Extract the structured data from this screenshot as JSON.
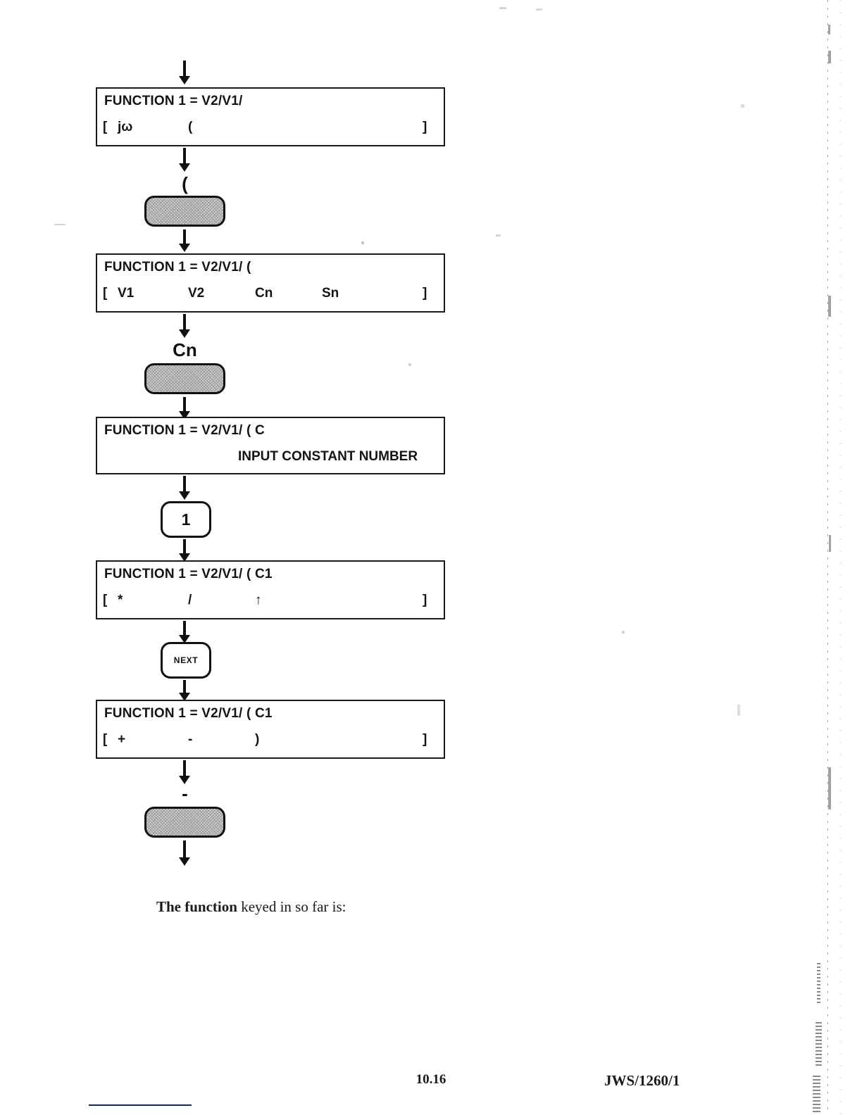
{
  "document": {
    "caption": "The function keyed in so far is:",
    "caption_bold_prefix": "The function",
    "caption_rest": " keyed in so far is:",
    "footer_page": "10.16",
    "footer_ref": "JWS/1260/1"
  },
  "flow": {
    "steps": [
      {
        "id": "display-1",
        "type": "display",
        "line1": "FUNCTION 1 = V2/V1/",
        "bracket_left": "[",
        "softkeys": [
          "jω",
          "(",
          "",
          ""
        ],
        "bracket_right": "]",
        "message": ""
      },
      {
        "id": "key-open-paren",
        "type": "key",
        "style": "shaded",
        "caption": "(",
        "label": ""
      },
      {
        "id": "display-2",
        "type": "display",
        "line1": "FUNCTION 1 = V2/V1/ (",
        "bracket_left": "[",
        "softkeys": [
          "V1",
          "V2",
          "Cn",
          "Sn"
        ],
        "bracket_right": "]",
        "message": ""
      },
      {
        "id": "key-cn",
        "type": "key",
        "style": "shaded",
        "caption": "Cn",
        "label": ""
      },
      {
        "id": "display-3",
        "type": "display",
        "line1": "FUNCTION 1 = V2/V1/ ( C",
        "bracket_left": "",
        "softkeys": [
          "",
          "",
          "",
          ""
        ],
        "bracket_right": "",
        "message": "INPUT CONSTANT NUMBER"
      },
      {
        "id": "key-1",
        "type": "key",
        "style": "plain",
        "caption": "",
        "label": "1"
      },
      {
        "id": "display-4",
        "type": "display",
        "line1": "FUNCTION 1 = V2/V1/ ( C1",
        "bracket_left": "[",
        "softkeys": [
          "*",
          "/",
          "↑",
          ""
        ],
        "bracket_right": "]",
        "message": ""
      },
      {
        "id": "key-next",
        "type": "key",
        "style": "plain",
        "caption": "",
        "label": "NEXT"
      },
      {
        "id": "display-5",
        "type": "display",
        "line1": "FUNCTION 1 = V2/V1/ ( C1",
        "bracket_left": "[",
        "softkeys": [
          "+",
          "-",
          ")",
          ""
        ],
        "bracket_right": "]",
        "message": ""
      },
      {
        "id": "key-minus",
        "type": "key",
        "style": "shaded",
        "caption": "-",
        "label": ""
      }
    ]
  },
  "colors": {
    "ink": "#141414",
    "rule": "#16206b",
    "key_shade": "#d2d2d2"
  }
}
